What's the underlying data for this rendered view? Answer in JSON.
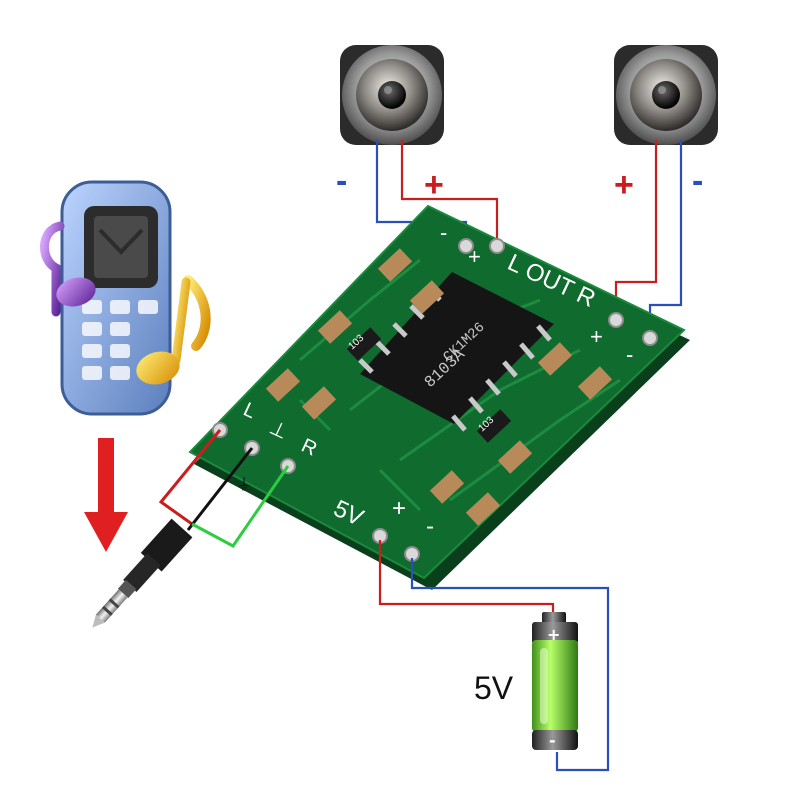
{
  "speakers": {
    "left": {
      "minus_label": "-",
      "plus_label": "+"
    },
    "right": {
      "plus_label": "+",
      "minus_label": "-"
    }
  },
  "board": {
    "left_out_label": "L OUT R",
    "chip_text_1": "8103A",
    "chip_text_2": "CK1M26",
    "resistor_label_1": "103",
    "resistor_label_2": "103",
    "input_labels": {
      "left": "L",
      "ground": "⊥",
      "right": "R"
    },
    "power_labels": {
      "voltage": "5V",
      "plus": "+",
      "minus": "-"
    },
    "out_pad_labels": {
      "minus_left": "-",
      "plus_left": "+",
      "plus_right": "+",
      "minus_right": "-"
    }
  },
  "battery": {
    "label": "5V"
  },
  "colors": {
    "positive_wire": "#c81e1e",
    "negative_wire": "#2a4fb8",
    "signal_right_wire": "#2ecc40",
    "ground_wire": "#111111",
    "pcb_green": "#0f6b2e",
    "arrow_red": "#e02020",
    "battery_green": "#7ee02a"
  },
  "icons": {
    "phone": "mobile-phone-music-icon",
    "arrow": "down-arrow-icon",
    "jack": "audio-jack-icon",
    "speaker": "speaker-icon",
    "battery": "battery-icon"
  }
}
